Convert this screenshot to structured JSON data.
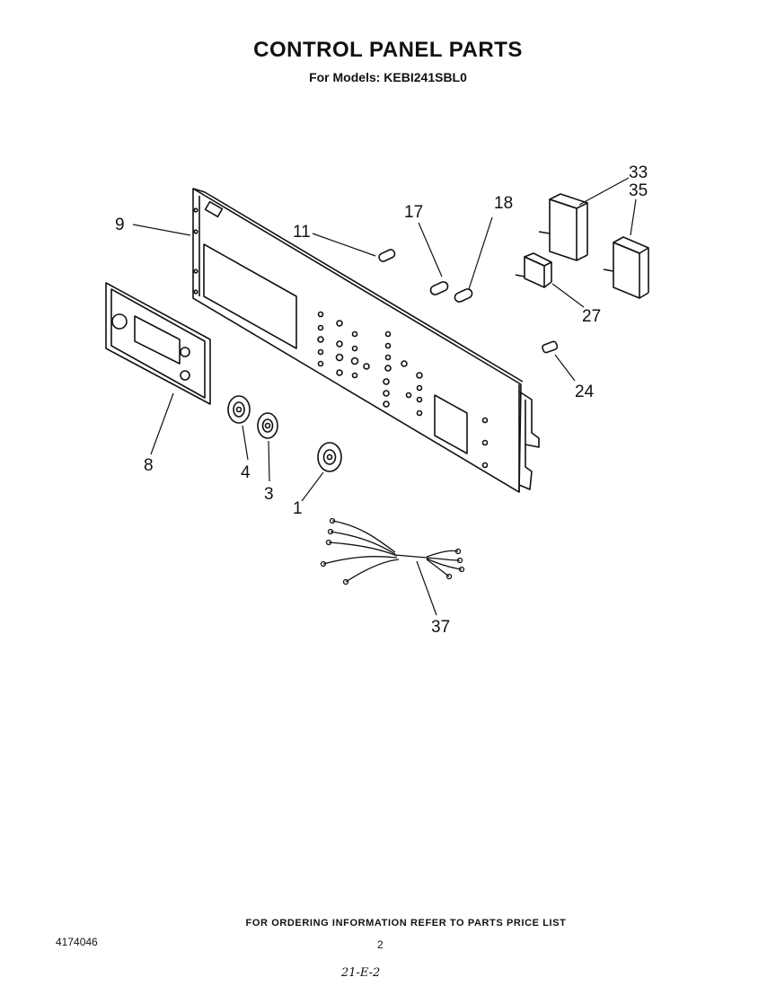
{
  "header": {
    "title": "CONTROL PANEL PARTS",
    "subtitle": "For Models: KEBI241SBL0"
  },
  "callouts": {
    "c9": "9",
    "c11": "11",
    "c17": "17",
    "c18": "18",
    "c33": "33",
    "c35": "35",
    "c27": "27",
    "c24": "24",
    "c8": "8",
    "c4": "4",
    "c3": "3",
    "c1": "1",
    "c37": "37"
  },
  "footer": {
    "ordering_note": "FOR ORDERING INFORMATION REFER TO PARTS PRICE LIST",
    "doc_number": "4174046",
    "page_number": "2",
    "handwritten_note": "21-E-2"
  }
}
